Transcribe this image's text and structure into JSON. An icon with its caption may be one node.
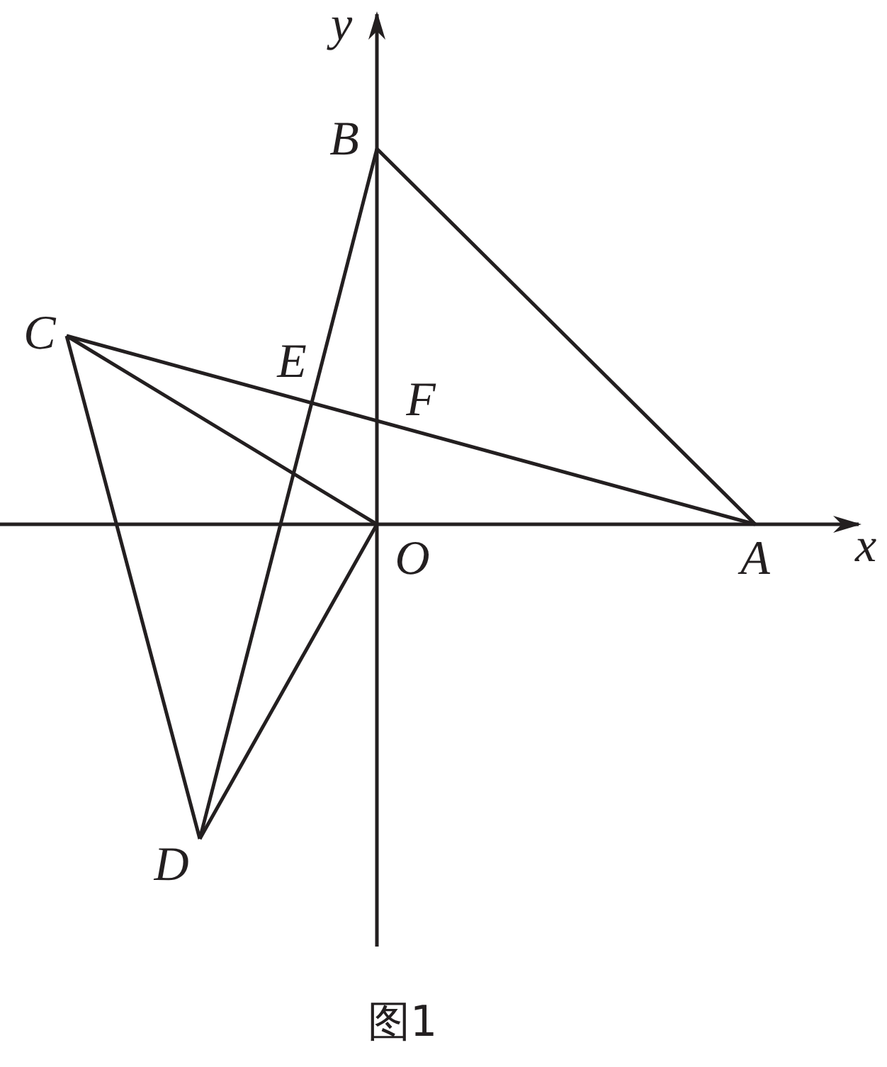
{
  "diagram": {
    "caption": "图1",
    "nodes": [
      {
        "text": [
          "B"
        ]
      },
      {
        "text": [
          "C"
        ]
      },
      {
        "text": [
          "E"
        ]
      },
      {
        "text": [
          "F"
        ]
      },
      {
        "text": [
          "O"
        ]
      },
      {
        "text": [
          "A"
        ]
      },
      {
        "text": [
          "D"
        ]
      }
    ],
    "edges": [
      {
        "from": 0,
        "to": 5,
        "arrow": "none"
      },
      {
        "from": 0,
        "to": 6,
        "arrow": "none"
      },
      {
        "from": 1,
        "to": 5,
        "arrow": "none"
      },
      {
        "from": 1,
        "to": 4,
        "arrow": "none"
      },
      {
        "from": 1,
        "to": 6,
        "arrow": "none"
      },
      {
        "from": 6,
        "to": 4,
        "arrow": "none"
      }
    ],
    "labels": [
      "y",
      "x"
    ]
  }
}
